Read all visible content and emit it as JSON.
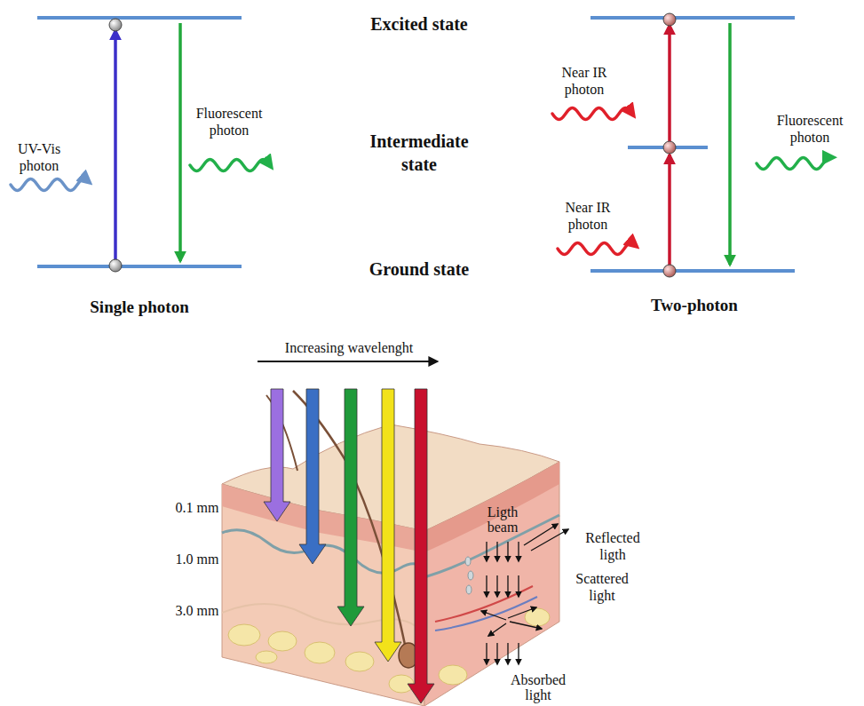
{
  "diagram": {
    "labels": [
      "Excited state",
      "UV-Vis photon",
      "Fluorescent photon",
      "Near IR photon",
      "Fluorescent photon",
      "Intermediate state",
      "Near IR photon",
      "Ground state",
      "Single photon",
      "Two-photon",
      "Increasing wavelenght",
      "Ligth beam",
      "Reflected ligth",
      "0.1 mm",
      "1.0 mm",
      "Scattered light",
      "3.0 mm",
      "Absorbed light"
    ]
  }
}
